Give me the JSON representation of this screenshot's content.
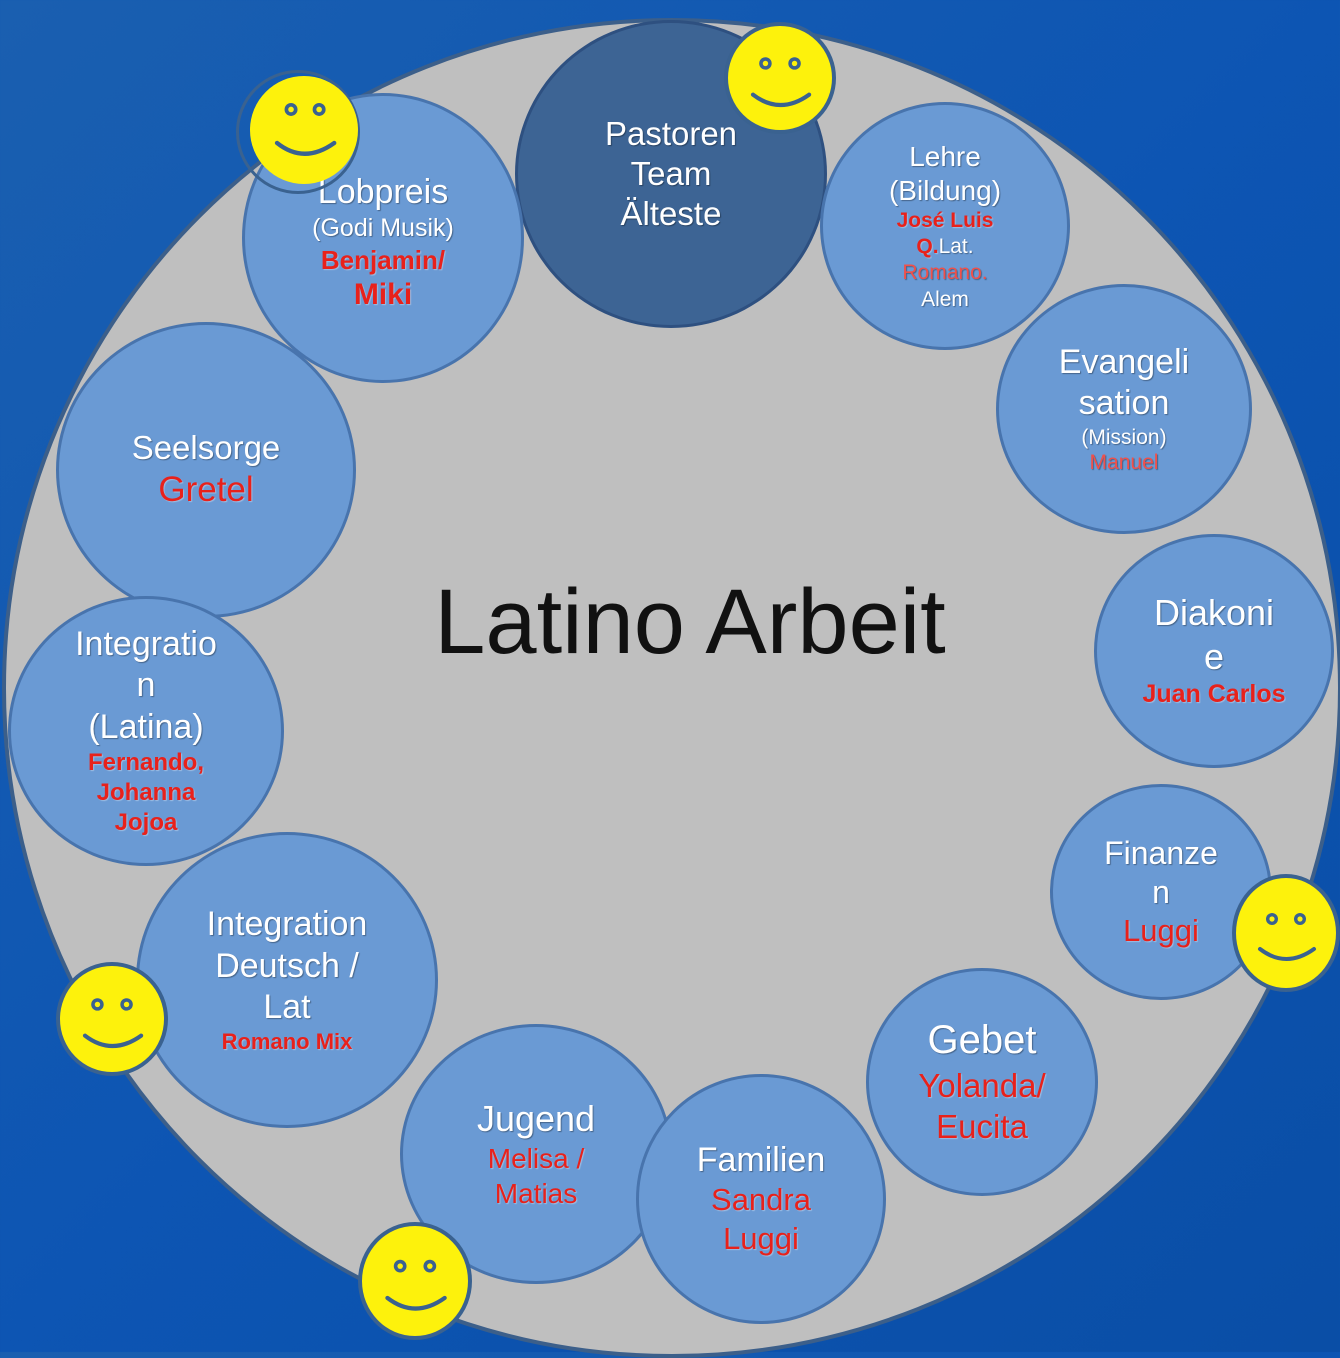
{
  "title": "Latino Arbeit",
  "nodes": {
    "pastoren": [
      "Pastoren",
      "Team",
      "Älteste"
    ],
    "lobpreis": {
      "title": "Lobpreis",
      "sub": "(Godi Musik)",
      "names": [
        "Benjamin/",
        "Miki"
      ]
    },
    "lehre": {
      "title": [
        "Lehre",
        "(Bildung)"
      ],
      "n1": "José Luis",
      "n2a": "Q.",
      "n2b": "Lat.",
      "n3": "Romano.",
      "n4": "Alem"
    },
    "evangelisation": {
      "title": [
        "Evangeli",
        "sation"
      ],
      "sub": "(Mission)",
      "name": "Manuel"
    },
    "seelsorge": {
      "title": "Seelsorge",
      "name": "Gretel"
    },
    "diakonie": {
      "title": [
        "Diakoni",
        "e"
      ],
      "name": "Juan Carlos"
    },
    "integration_latina": {
      "title": [
        "Integratio",
        "n",
        "(Latina)"
      ],
      "names": [
        "Fernando,",
        "Johanna",
        "Jojoa"
      ]
    },
    "finanzen": {
      "title": [
        "Finanze",
        "n"
      ],
      "name": "Luggi"
    },
    "integration_deutsch": {
      "title": [
        "Integration",
        "Deutsch /",
        "Lat"
      ],
      "name": "Romano Mix"
    },
    "gebet": {
      "title": "Gebet",
      "names": [
        "Yolanda/",
        "Eucita"
      ]
    },
    "jugend": {
      "title": "Jugend",
      "names": [
        "Melisa /",
        "Matias"
      ]
    },
    "familien": {
      "title": "Familien",
      "names": [
        "Sandra",
        "Luggi"
      ]
    }
  },
  "colors": {
    "background": "#0d55b3",
    "main_circle": "#bfbfbf",
    "node": "#6a9ad4",
    "node_dark": "#3d6494",
    "name_red": "#e8211b",
    "smiley": "#fdf20c"
  },
  "icons": [
    "smiley-icon"
  ]
}
